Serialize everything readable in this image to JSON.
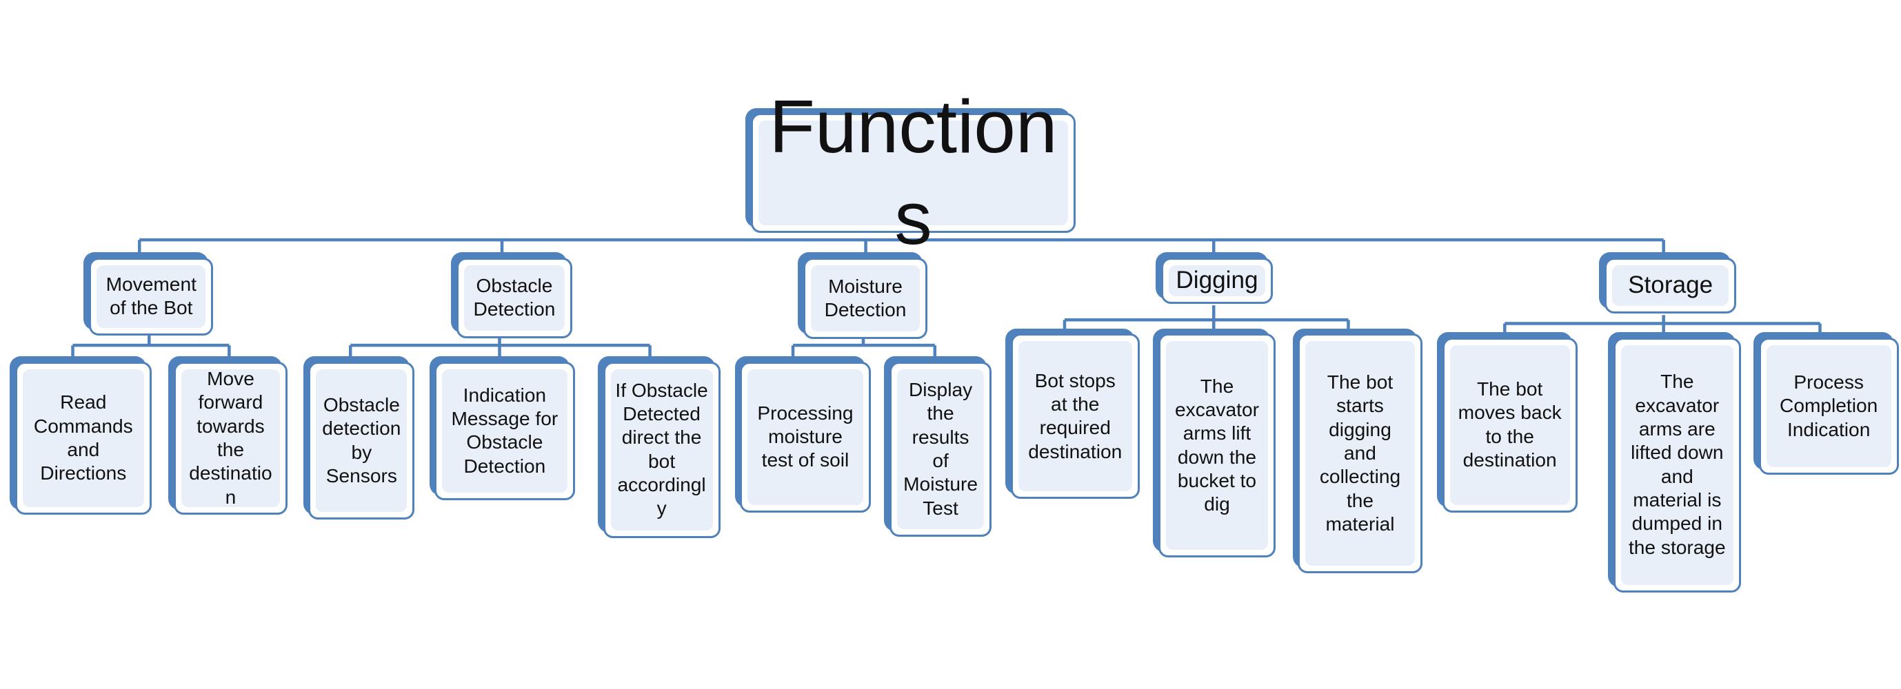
{
  "diagram": {
    "root": {
      "label": "Functions"
    },
    "categories": [
      {
        "label": "Movement\nof the Bot",
        "children": [
          {
            "label": "Read\nCommands\nand\nDirections"
          },
          {
            "label": "Move\nforward\ntowards\nthe\ndestinatio\nn"
          }
        ]
      },
      {
        "label": "Obstacle\nDetection",
        "children": [
          {
            "label": "Obstacle\ndetection\nby\nSensors"
          },
          {
            "label": "Indication\nMessage for\nObstacle\nDetection"
          },
          {
            "label": "If Obstacle\nDetected\ndirect the\nbot\naccordingl\ny"
          }
        ]
      },
      {
        "label": "Moisture\nDetection",
        "children": [
          {
            "label": "Processing\nmoisture\ntest of soil"
          },
          {
            "label": "Display\nthe\nresults\nof\nMoisture\nTest"
          }
        ]
      },
      {
        "label": "Digging",
        "children": [
          {
            "label": "Bot stops\nat the\nrequired\ndestination"
          },
          {
            "label": "The\nexcavator\narms lift\ndown the\nbucket to\ndig"
          },
          {
            "label": "The bot\nstarts\ndigging\nand\ncollecting\nthe\nmaterial"
          }
        ]
      },
      {
        "label": "Storage",
        "children": [
          {
            "label": "The bot\nmoves back\nto the\ndestination"
          },
          {
            "label": "The\nexcavator\narms are\nlifted down\nand\nmaterial is\ndumped in\nthe storage"
          },
          {
            "label": "Process\nCompletion\nIndication"
          }
        ]
      }
    ]
  }
}
